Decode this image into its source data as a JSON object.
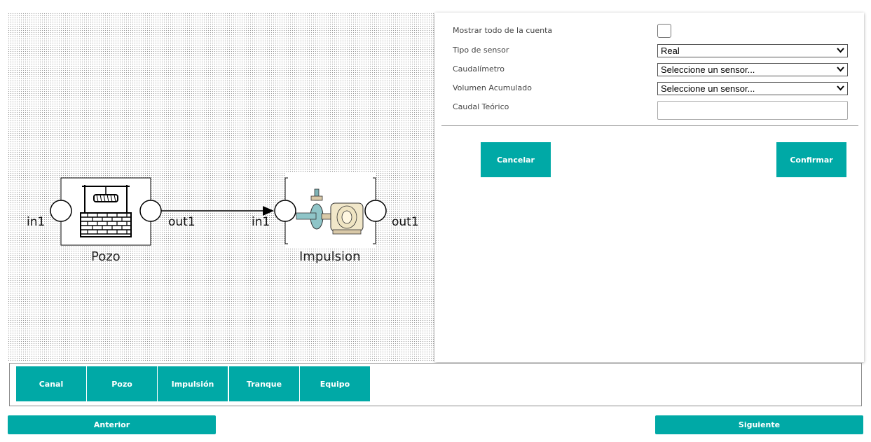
{
  "diagram": {
    "nodes": [
      {
        "label": "Pozo",
        "in_port": "in1",
        "out_port": "out1",
        "icon": "well-icon"
      },
      {
        "label": "Impulsion",
        "in_port": "in1",
        "out_port": "out1",
        "icon": "pump-icon"
      }
    ],
    "link": {
      "from": "Pozo",
      "to": "Impulsion"
    }
  },
  "form": {
    "show_all_label": "Mostrar todo de la cuenta",
    "show_all_checked": false,
    "sensor_type_label": "Tipo de sensor",
    "sensor_type_value": "Real",
    "flowmeter_label": "Caudalímetro",
    "flowmeter_value": "Seleccione un sensor...",
    "volume_label": "Volumen Acumulado",
    "volume_value": "Seleccione un sensor...",
    "theoretical_flow_label": "Caudal Teórico",
    "theoretical_flow_value": ""
  },
  "actions": {
    "cancel_label": "Cancelar",
    "confirm_label": "Confirmar"
  },
  "palette": {
    "items": [
      "Canal",
      "Pozo",
      "Impulsión",
      "Tranque",
      "Equipo"
    ]
  },
  "nav": {
    "prev_label": "Anterior",
    "next_label": "Siguiente"
  },
  "colors": {
    "accent": "#00a9a6"
  }
}
